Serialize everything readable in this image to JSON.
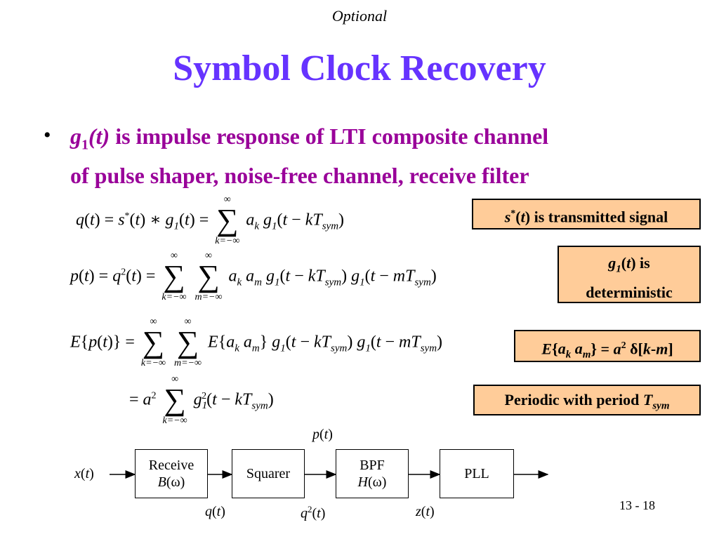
{
  "header": {
    "optional_label": "Optional",
    "title": "Symbol Clock Recovery"
  },
  "bullet": {
    "symbol": "g",
    "subscript": "1",
    "arg": "(t)",
    "line1_rest": " is impulse response of LTI composite channel",
    "line2": "of pulse shaper, noise-free channel, receive filter"
  },
  "notes": {
    "note1": "is transmitted signal",
    "note2_line1": "is",
    "note2_line2": "deterministic",
    "note3": "E{a_k a_m} = a^2 δ[k-m]",
    "note4": "Periodic with period"
  },
  "block_diagram": {
    "input_label": "x(t)",
    "blocks": [
      {
        "line1": "Receive",
        "line2": "B(ω)"
      },
      {
        "line1": "Squarer",
        "line2": ""
      },
      {
        "line1": "BPF",
        "line2": "H(ω)"
      },
      {
        "line1": "PLL",
        "line2": ""
      }
    ],
    "signal_labels": {
      "q": "q(t)",
      "q2": "q2(t)",
      "p": "p(t)",
      "z": "z(t)"
    }
  },
  "footer": {
    "page_number": "13 - 18"
  }
}
